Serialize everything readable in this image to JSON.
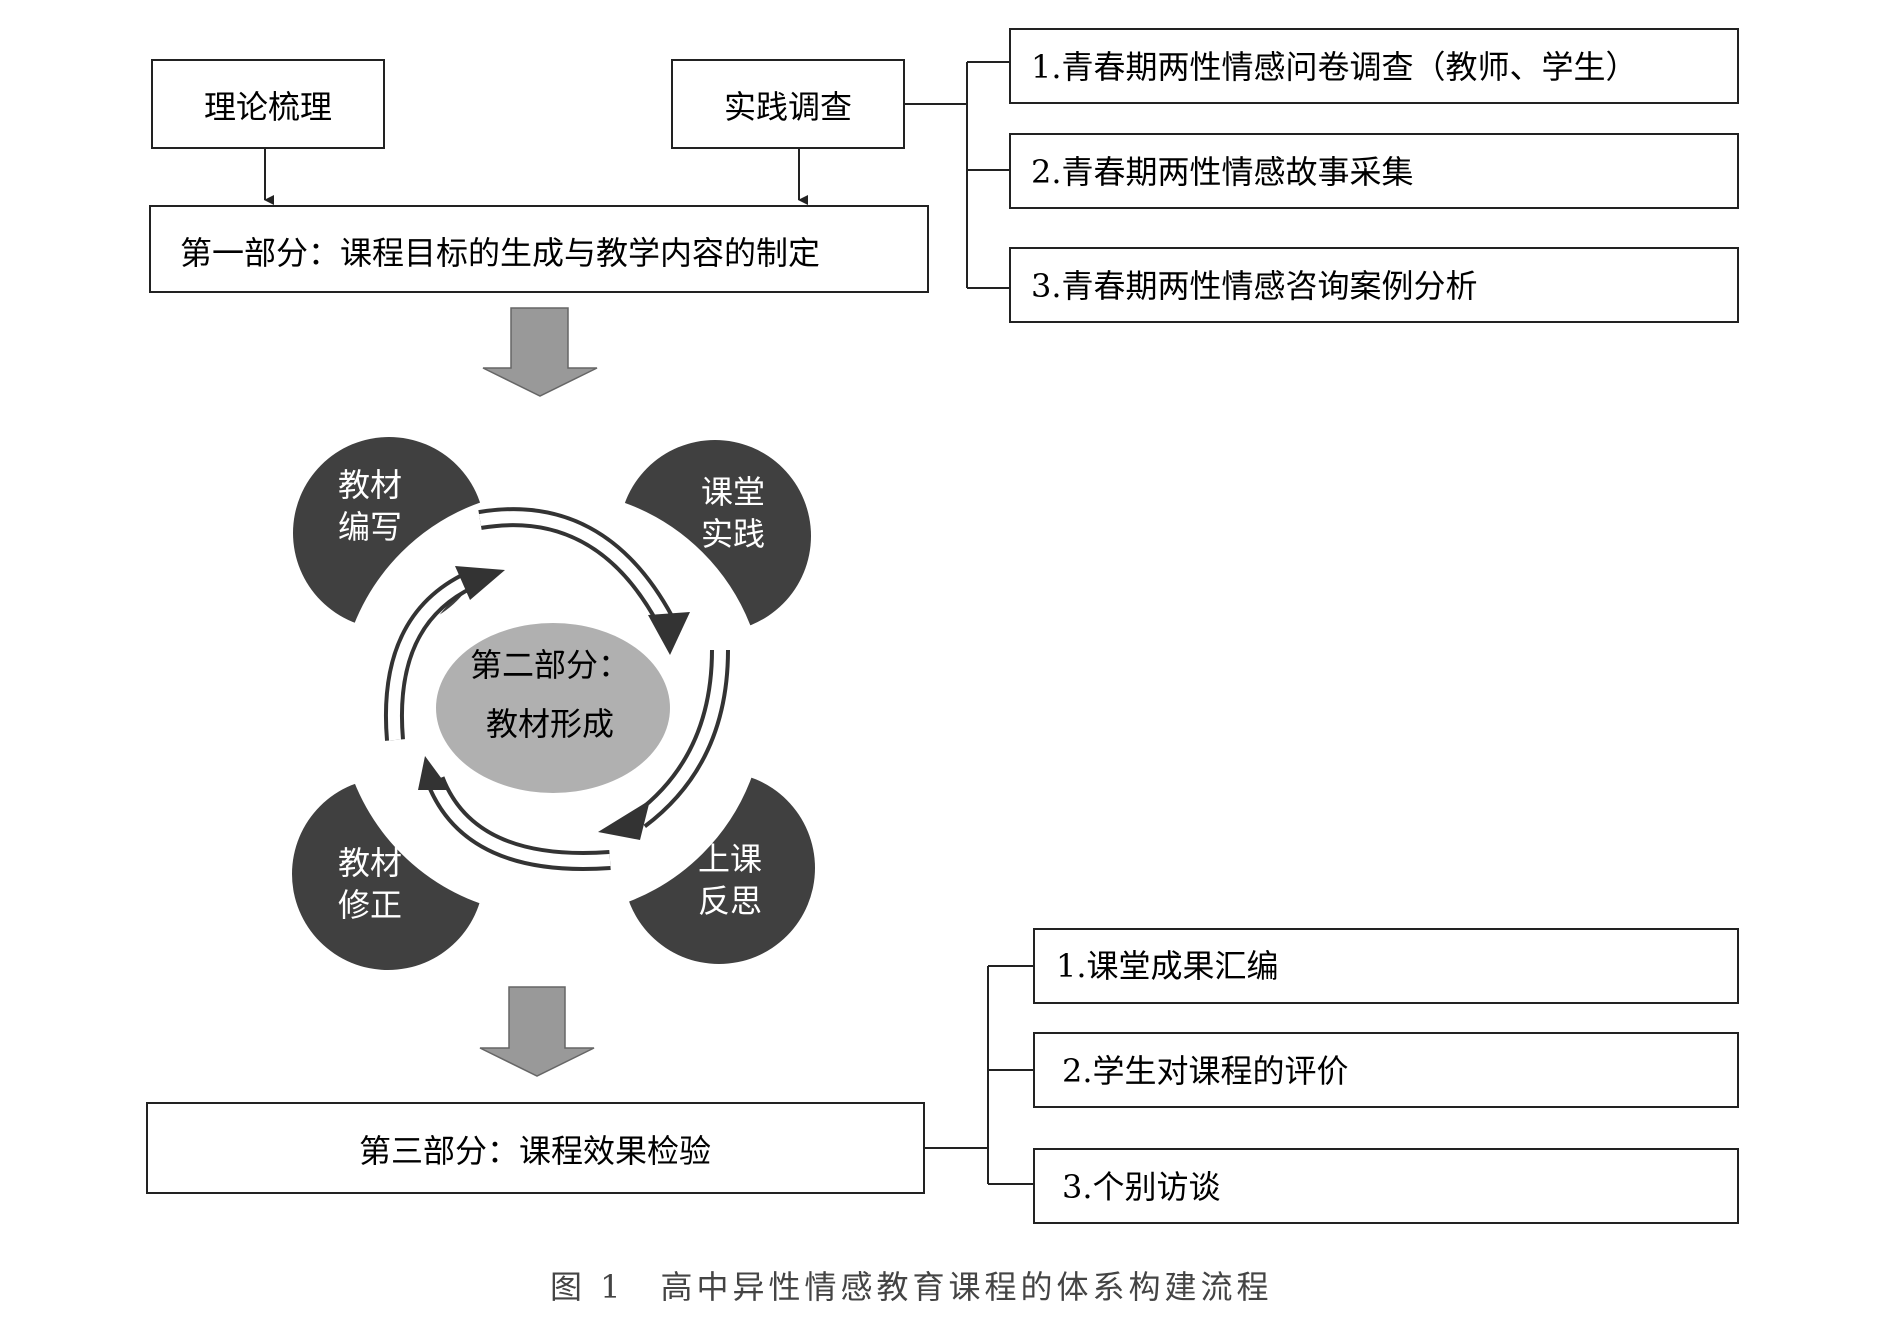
{
  "top_left_box": "理论梳理",
  "top_mid_box": "实践调查",
  "part1_box": "第一部分：课程目标的生成与教学内容的制定",
  "survey_items": [
    "1.青春期两性情感问卷调查（教师、学生）",
    "2.青春期两性情感故事采集",
    "3.青春期两性情感咨询案例分析"
  ],
  "cycle": {
    "center_line1": "第二部分：",
    "center_line2": "教材形成",
    "nodes": [
      {
        "line1": "教材",
        "line2": "编写"
      },
      {
        "line1": "课堂",
        "line2": "实践"
      },
      {
        "line1": "上课",
        "line2": "反思"
      },
      {
        "line1": "教材",
        "line2": "修正"
      }
    ]
  },
  "part3_box": "第三部分：课程效果检验",
  "result_items": [
    "1.课堂成果汇编",
    "2.学生对课程的评价",
    "3.个别访谈"
  ],
  "caption": "图 1　高中异性情感教育课程的体系构建流程",
  "colors": {
    "node_fill": "#404040",
    "center_fill": "#b0b0b0",
    "arrow_fill": "#999999",
    "box_stroke": "#222222"
  }
}
